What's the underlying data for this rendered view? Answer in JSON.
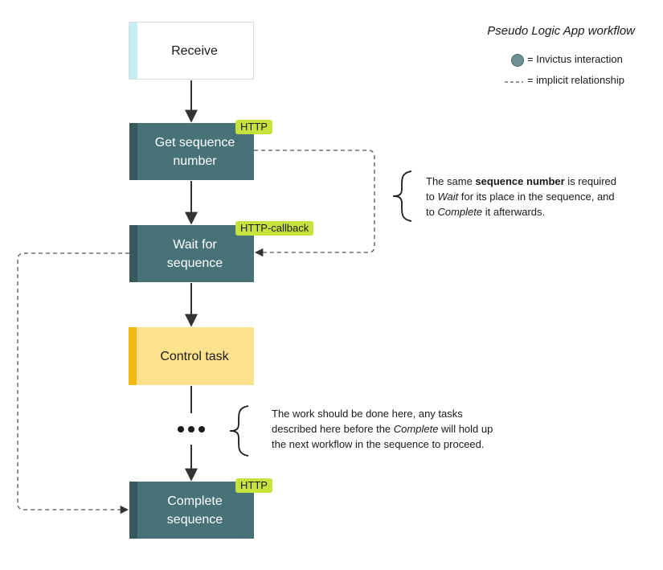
{
  "title": "Pseudo Logic App workflow",
  "legend": {
    "interaction_label": "= Invictus interaction",
    "implicit_dashes": "- - -",
    "implicit_label": "= implicit relationship"
  },
  "steps": {
    "receive": {
      "label": "Receive"
    },
    "get_sequence": {
      "label_line1": "Get sequence",
      "label_line2": "number",
      "tag": "HTTP"
    },
    "wait_sequence": {
      "label_line1": "Wait for",
      "label_line2": "sequence",
      "tag": "HTTP-callback"
    },
    "control_task": {
      "label": "Control task"
    },
    "complete_sequence": {
      "label_line1": "Complete",
      "label_line2": "sequence",
      "tag": "HTTP"
    }
  },
  "notes": {
    "sequence_note": {
      "l1_pre": "The same ",
      "l1_bold": "sequence number",
      "l1_post": " is required",
      "l2_pre": "to ",
      "l2_italic": "Wait",
      "l2_post": " for its place in the sequence, and",
      "l3_pre": "to ",
      "l3_italic": "Complete",
      "l3_post": " it afterwards."
    },
    "work_note": {
      "l1": "The work should be done here, any tasks",
      "l2_pre": "described here before the ",
      "l2_italic": "Complete",
      "l2_post": " will hold up",
      "l3": "the next workflow in the sequence to proceed."
    }
  },
  "colors": {
    "teal_box": "#477278",
    "teal_accent": "#38585d",
    "tag": "#c7e23d",
    "control_box": "#fde28e",
    "control_accent": "#f4b910",
    "receive_accent": "#c6eef3",
    "interaction_dot": "#6f8f96"
  }
}
